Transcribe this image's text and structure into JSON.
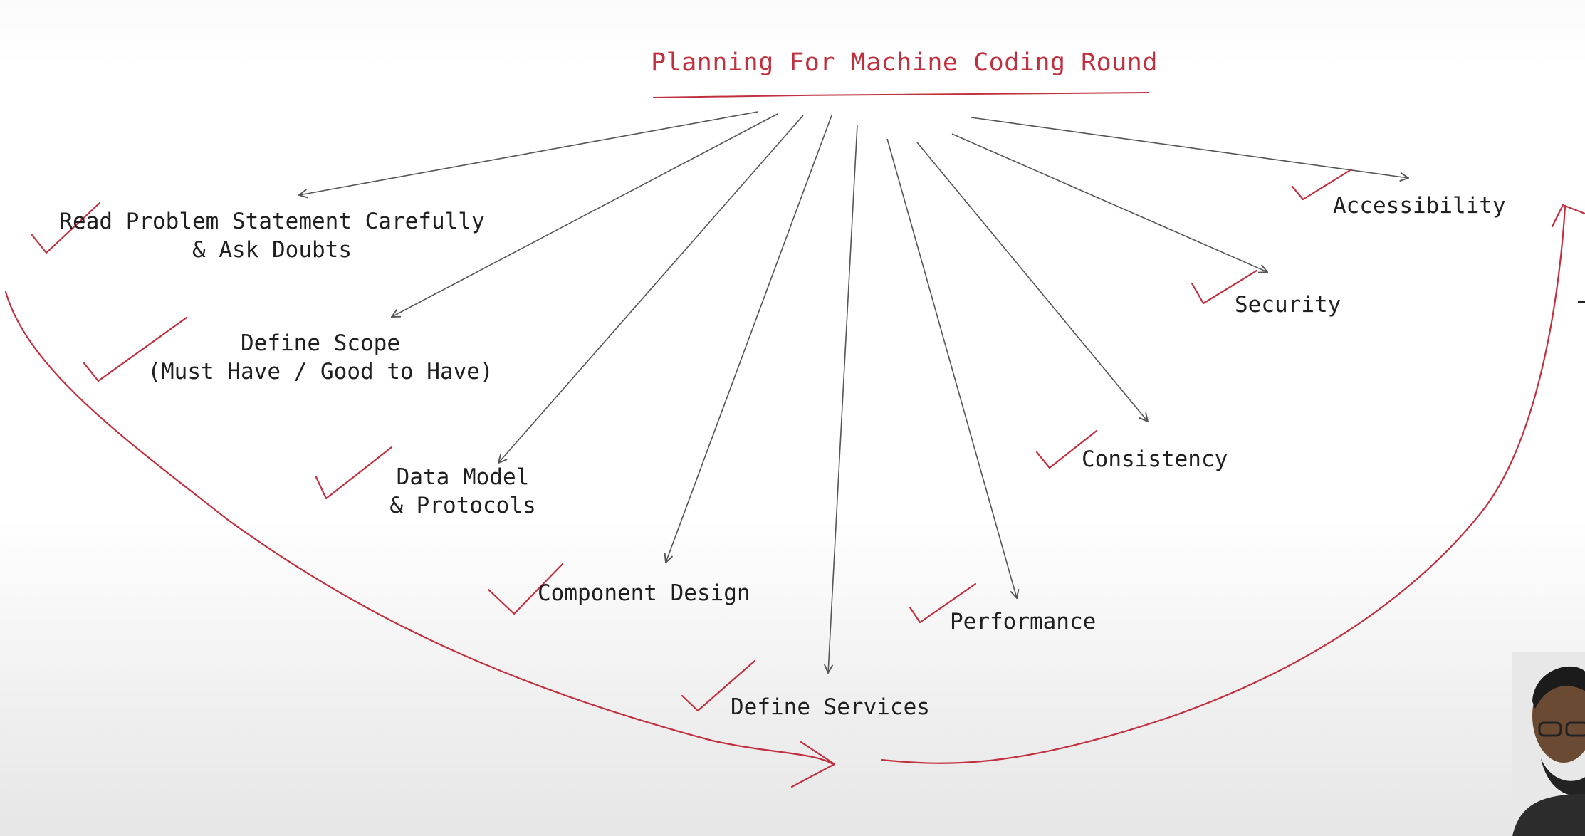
{
  "diagram": {
    "title": "Planning For Machine Coding Round",
    "nodes": {
      "read_problem": [
        "Read Problem Statement Carefully",
        "& Ask Doubts"
      ],
      "define_scope": [
        "Define Scope",
        "(Must Have / Good to Have)"
      ],
      "data_model": [
        "Data Model",
        "& Protocols"
      ],
      "component_design": "Component Design",
      "define_services": "Define Services",
      "performance": "Performance",
      "consistency": "Consistency",
      "security": "Security",
      "accessibility": "Accessibility"
    },
    "colors": {
      "title": "#c1303f",
      "annotation": "#c1303f",
      "arrow": "#555555",
      "text": "#1f1f1f"
    },
    "icons": [
      "checkmark-icon",
      "arrow-icon",
      "presenter-webcam"
    ]
  }
}
